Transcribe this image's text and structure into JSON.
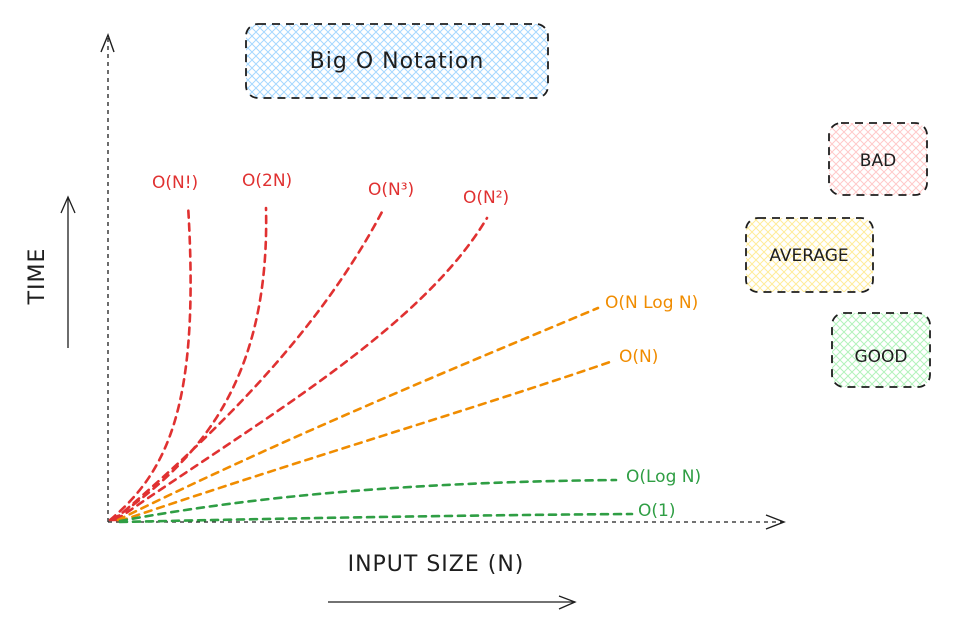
{
  "title": "Big O Notation",
  "axes": {
    "y_label": "TIME",
    "x_label": "INPUT SIZE (N)"
  },
  "legend": [
    {
      "label": "BAD",
      "color": "#ffc9c9"
    },
    {
      "label": "AVERAGE",
      "color": "#ffec99"
    },
    {
      "label": "GOOD",
      "color": "#b2f2bb"
    }
  ],
  "curves": [
    {
      "label": "O(N!)",
      "category": "bad"
    },
    {
      "label": "O(2N)",
      "category": "bad"
    },
    {
      "label": "O(N³)",
      "category": "bad"
    },
    {
      "label": "O(N²)",
      "category": "bad"
    },
    {
      "label": "O(N Log N)",
      "category": "average"
    },
    {
      "label": "O(N)",
      "category": "average"
    },
    {
      "label": "O(Log N)",
      "category": "good"
    },
    {
      "label": "O(1)",
      "category": "good"
    }
  ],
  "colors": {
    "bad": "#e03131",
    "average": "#f08c00",
    "good": "#2f9e44",
    "title_fill": "#a5d8ff",
    "stroke": "#1e1e1e"
  }
}
